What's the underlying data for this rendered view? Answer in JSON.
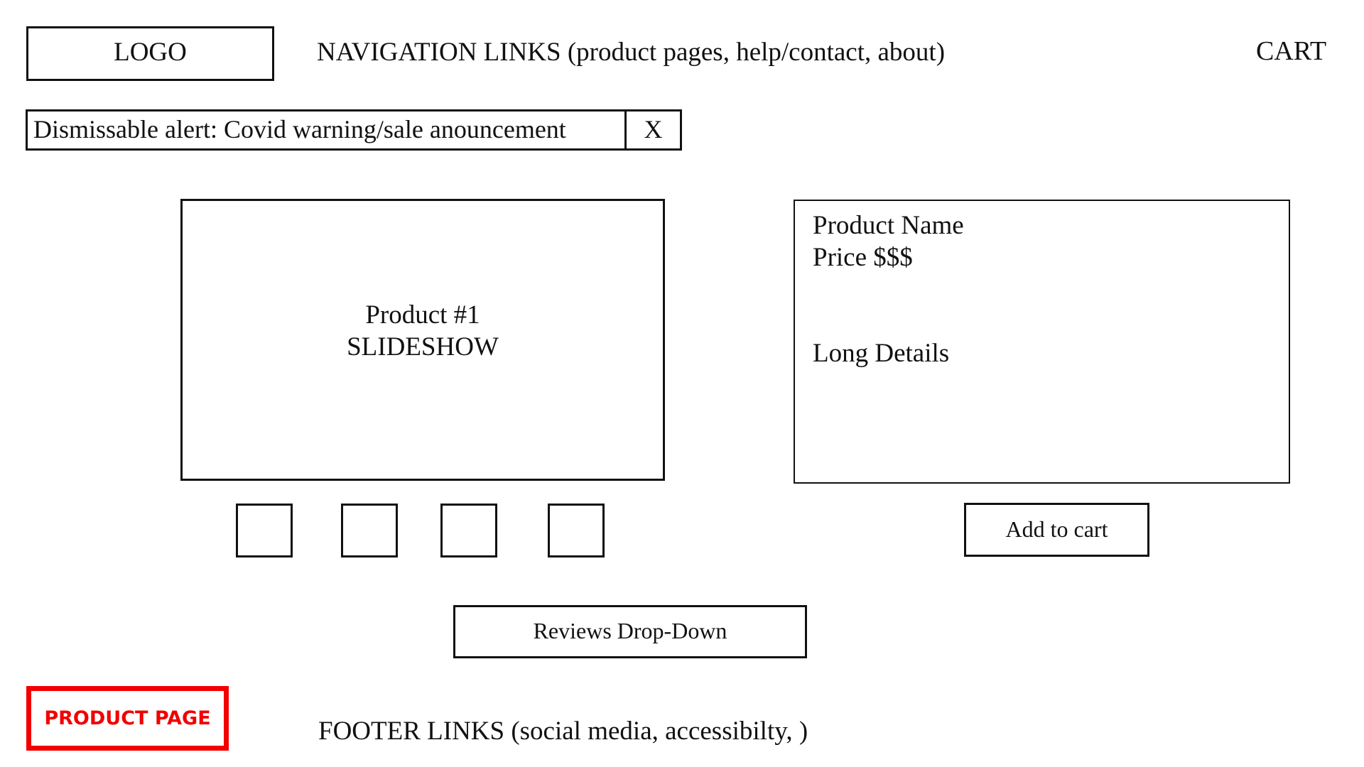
{
  "header": {
    "logo": "LOGO",
    "nav_links": "NAVIGATION LINKS (product pages, help/contact, about)",
    "cart": "CART"
  },
  "alert": {
    "text": "Dismissable alert: Covid warning/sale anouncement",
    "close": "X"
  },
  "slideshow": {
    "line1": "Product #1",
    "line2": "SLIDESHOW",
    "thumbnails_count": 4
  },
  "details": {
    "product_name": "Product Name",
    "price": "Price $$$",
    "long_details": "Long Details"
  },
  "actions": {
    "add_to_cart": "Add to cart",
    "reviews": "Reviews Drop-Down"
  },
  "page_tag": {
    "label": "PRODUCT PAGE",
    "color": "#f20000"
  },
  "footer": {
    "links": "FOOTER LINKS (social media, accessibilty, )"
  }
}
